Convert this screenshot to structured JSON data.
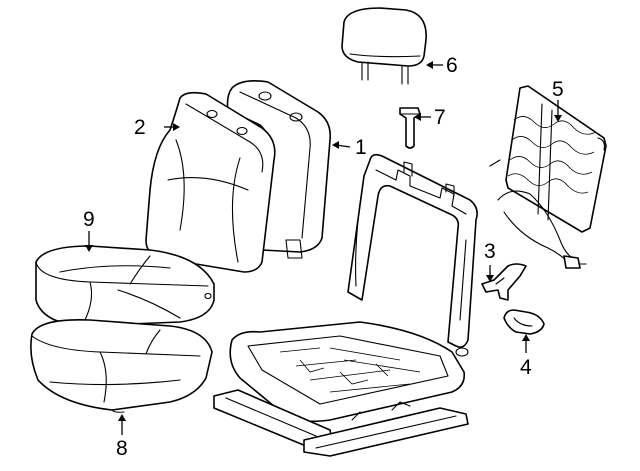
{
  "callouts": [
    {
      "id": "1",
      "text": "1"
    },
    {
      "id": "2",
      "text": "2"
    },
    {
      "id": "3",
      "text": "3"
    },
    {
      "id": "4",
      "text": "4"
    },
    {
      "id": "5",
      "text": "5"
    },
    {
      "id": "6",
      "text": "6"
    },
    {
      "id": "7",
      "text": "7"
    },
    {
      "id": "8",
      "text": "8"
    },
    {
      "id": "9",
      "text": "9"
    }
  ],
  "colors": {
    "line": "#000000",
    "background": "#ffffff"
  }
}
